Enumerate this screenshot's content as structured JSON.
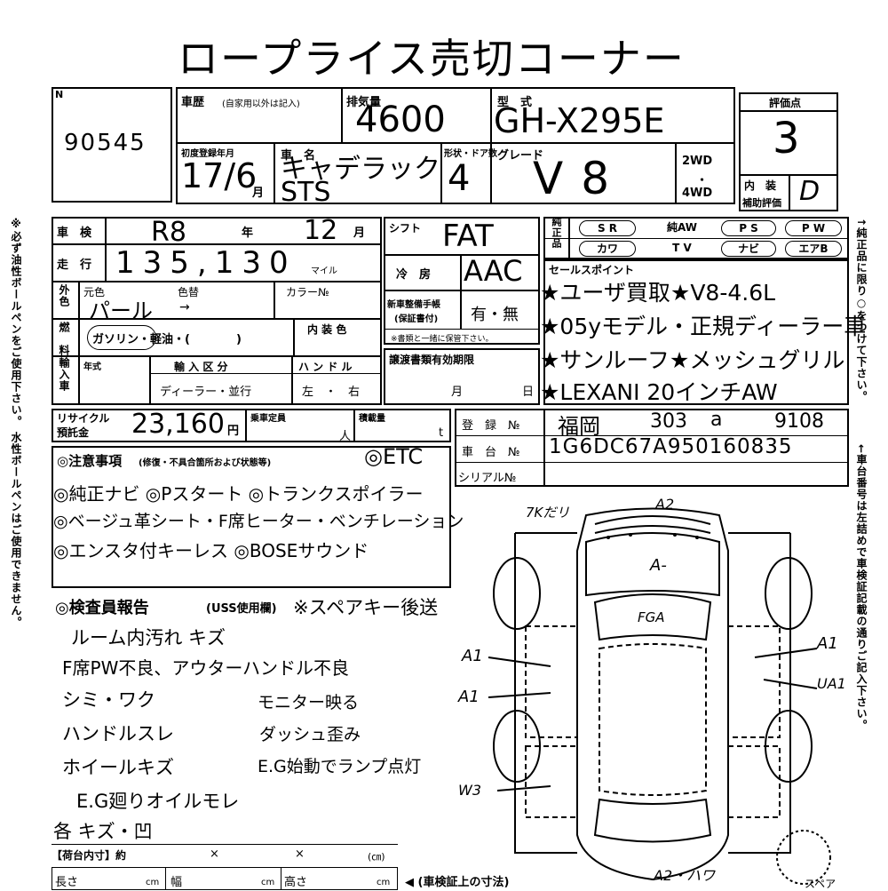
{
  "title": "ロープライス売切コーナー",
  "lot": {
    "label": "N",
    "number": "90545"
  },
  "history": {
    "label": "車歴",
    "note": "(自家用以外は記入)"
  },
  "displacement": {
    "label": "排気量",
    "value": "4600"
  },
  "model_type": {
    "label": "型　式",
    "value": "GH-X295E"
  },
  "score": {
    "label": "評価点",
    "value": "3"
  },
  "first_reg": {
    "label": "初度登録年月",
    "value": "17/6",
    "unit": "月"
  },
  "car_name": {
    "label": "車　名",
    "value": "キャデラック STS"
  },
  "doors": {
    "label": "形状・ドア数",
    "value": "4"
  },
  "grade": {
    "label": "グレード",
    "value": "V8"
  },
  "drive": {
    "opt1": "2WD",
    "dot": "・",
    "opt2": "4WD"
  },
  "interior": {
    "label1": "内　装",
    "label2": "補助評価",
    "value": "D"
  },
  "shaken": {
    "label": "車　検",
    "value": "R8",
    "year_unit": "年",
    "month": "12",
    "month_unit": "月"
  },
  "mileage": {
    "label": "走　行",
    "value": "135,130",
    "unit": "マイル"
  },
  "shift": {
    "label": "シフト",
    "value": "FAT"
  },
  "ac": {
    "label": "冷　房",
    "value": "AAC"
  },
  "maint": {
    "label1": "新車整備手帳",
    "label2": "(保証書付)",
    "value": "有・無",
    "note": "※書類と一緒に保管下さい。"
  },
  "color": {
    "orig_label": "元色",
    "change_label": "色替",
    "color_no_label": "カラー№",
    "value": "パール",
    "arrow": "→"
  },
  "fuel": {
    "label": "燃　料",
    "options": "ガソリン・軽油・(　　　　)",
    "interior_color": "内 装 色"
  },
  "genuine": {
    "label": "純正品",
    "row1": [
      "S R",
      "純AW",
      "P S",
      "P W"
    ],
    "row2": [
      "カワ",
      "T V",
      "ナビ",
      "エアB"
    ]
  },
  "sales_points": {
    "label": "セールスポイント",
    "lines": [
      "★ユーザ買取★V8-4.6L",
      "★05yモデル・正規ディーラー車",
      "★サンルーフ★メッシュグリル",
      "★LEXANI 20インチAW"
    ]
  },
  "import": {
    "side": "輸入車",
    "year": "年式",
    "kind_label": "輸 入 区 分",
    "kind_value": "ディーラー・並行",
    "handle_label": "ハ ン ド ル",
    "handle_value": "左　・　右"
  },
  "transfer": {
    "label": "譲渡書類有効期限",
    "month": "月",
    "day": "日"
  },
  "recycle": {
    "label1": "リサイクル",
    "label2": "預託金",
    "value": "23,160",
    "unit": "円"
  },
  "capacity": {
    "label": "乗車定員",
    "unit": "人"
  },
  "load": {
    "label": "積載量",
    "unit": "t"
  },
  "reg_no": {
    "label": "登　録　№",
    "value": [
      "福岡",
      "303",
      "a",
      "9108"
    ]
  },
  "chassis_no": {
    "label": "車　台　№",
    "value": "1G6DC67A950160835"
  },
  "serial_no": {
    "label": "シリアル№"
  },
  "notes": {
    "label": "◎注意事項",
    "sub": "(修復・不具合箇所および状態等)",
    "head": "◎ETC",
    "lines": [
      "◎純正ナビ ◎Pスタート ◎トランクスポイラー",
      "◎ベージュ革シート・F席ヒーター・ベンチレーション",
      "◎エンスタ付キーレス ◎BOSEサウンド"
    ]
  },
  "inspector": {
    "label": "◎検査員報告",
    "sub": "(USS使用欄)",
    "tail": "※スペアキー後送",
    "lines": [
      "ルーム内汚れ キズ",
      "F席PW不良、アウターハンドル不良",
      "シミ・ワク",
      "ハンドルスレ",
      "ホイールキズ",
      "E.G廻りオイルモレ",
      "各 キズ・凹"
    ],
    "right_lines": [
      "モニター映る",
      "ダッシュ歪み",
      "E.G始動でランプ点灯"
    ]
  },
  "diagram_marks": {
    "top": "A2",
    "sunroof": "7Kだリ",
    "hood": "A-",
    "glass": "FGA",
    "left1": "A1",
    "left2": "A1",
    "left3": "W3",
    "right1": "A1",
    "right2": "UA1",
    "bottom": "A2・ハワ",
    "spare": "スペア"
  },
  "cargo": {
    "label": "【荷台内寸】約",
    "x": "×",
    "unit": "(㎝)"
  },
  "dims": {
    "length": "長さ",
    "width": "幅",
    "height": "高さ",
    "cm": "cm",
    "note": "◀ (車検証上の寸法)"
  },
  "left_side": "※必ず油性ボールペンをご使用下さい。 水性ボールペンはご使用できません。",
  "right_top": "↑純正品に限り○をつけて下さい。",
  "right_bottom": "←車台番号は左詰めで車検証記載の通りご記入下さい。"
}
